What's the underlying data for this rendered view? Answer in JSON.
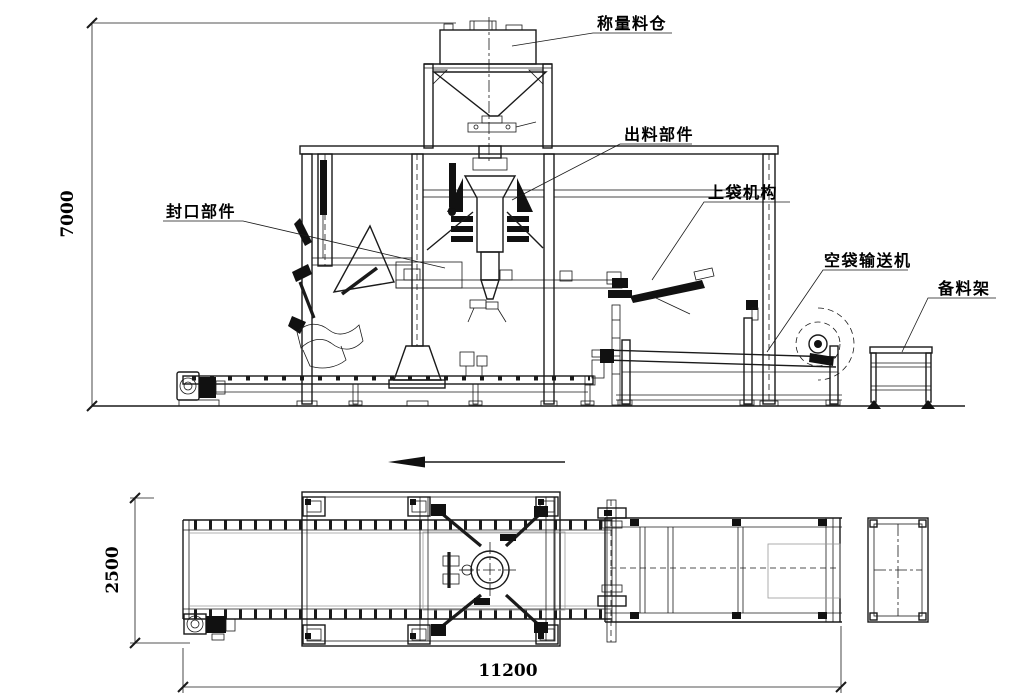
{
  "page": {
    "background": "#ffffff",
    "line_color": "#1a1a1a"
  },
  "labels": {
    "weighing_hopper": "称量料仓",
    "discharge_part": "出料部件",
    "sealing_part": "封口部件",
    "bag_loading": "上袋机构",
    "empty_bag_conveyor": "空袋输送机",
    "material_rack": "备料架"
  },
  "dimensions": {
    "overall_height": "7000",
    "overall_width": "2500",
    "overall_length": "11200"
  }
}
